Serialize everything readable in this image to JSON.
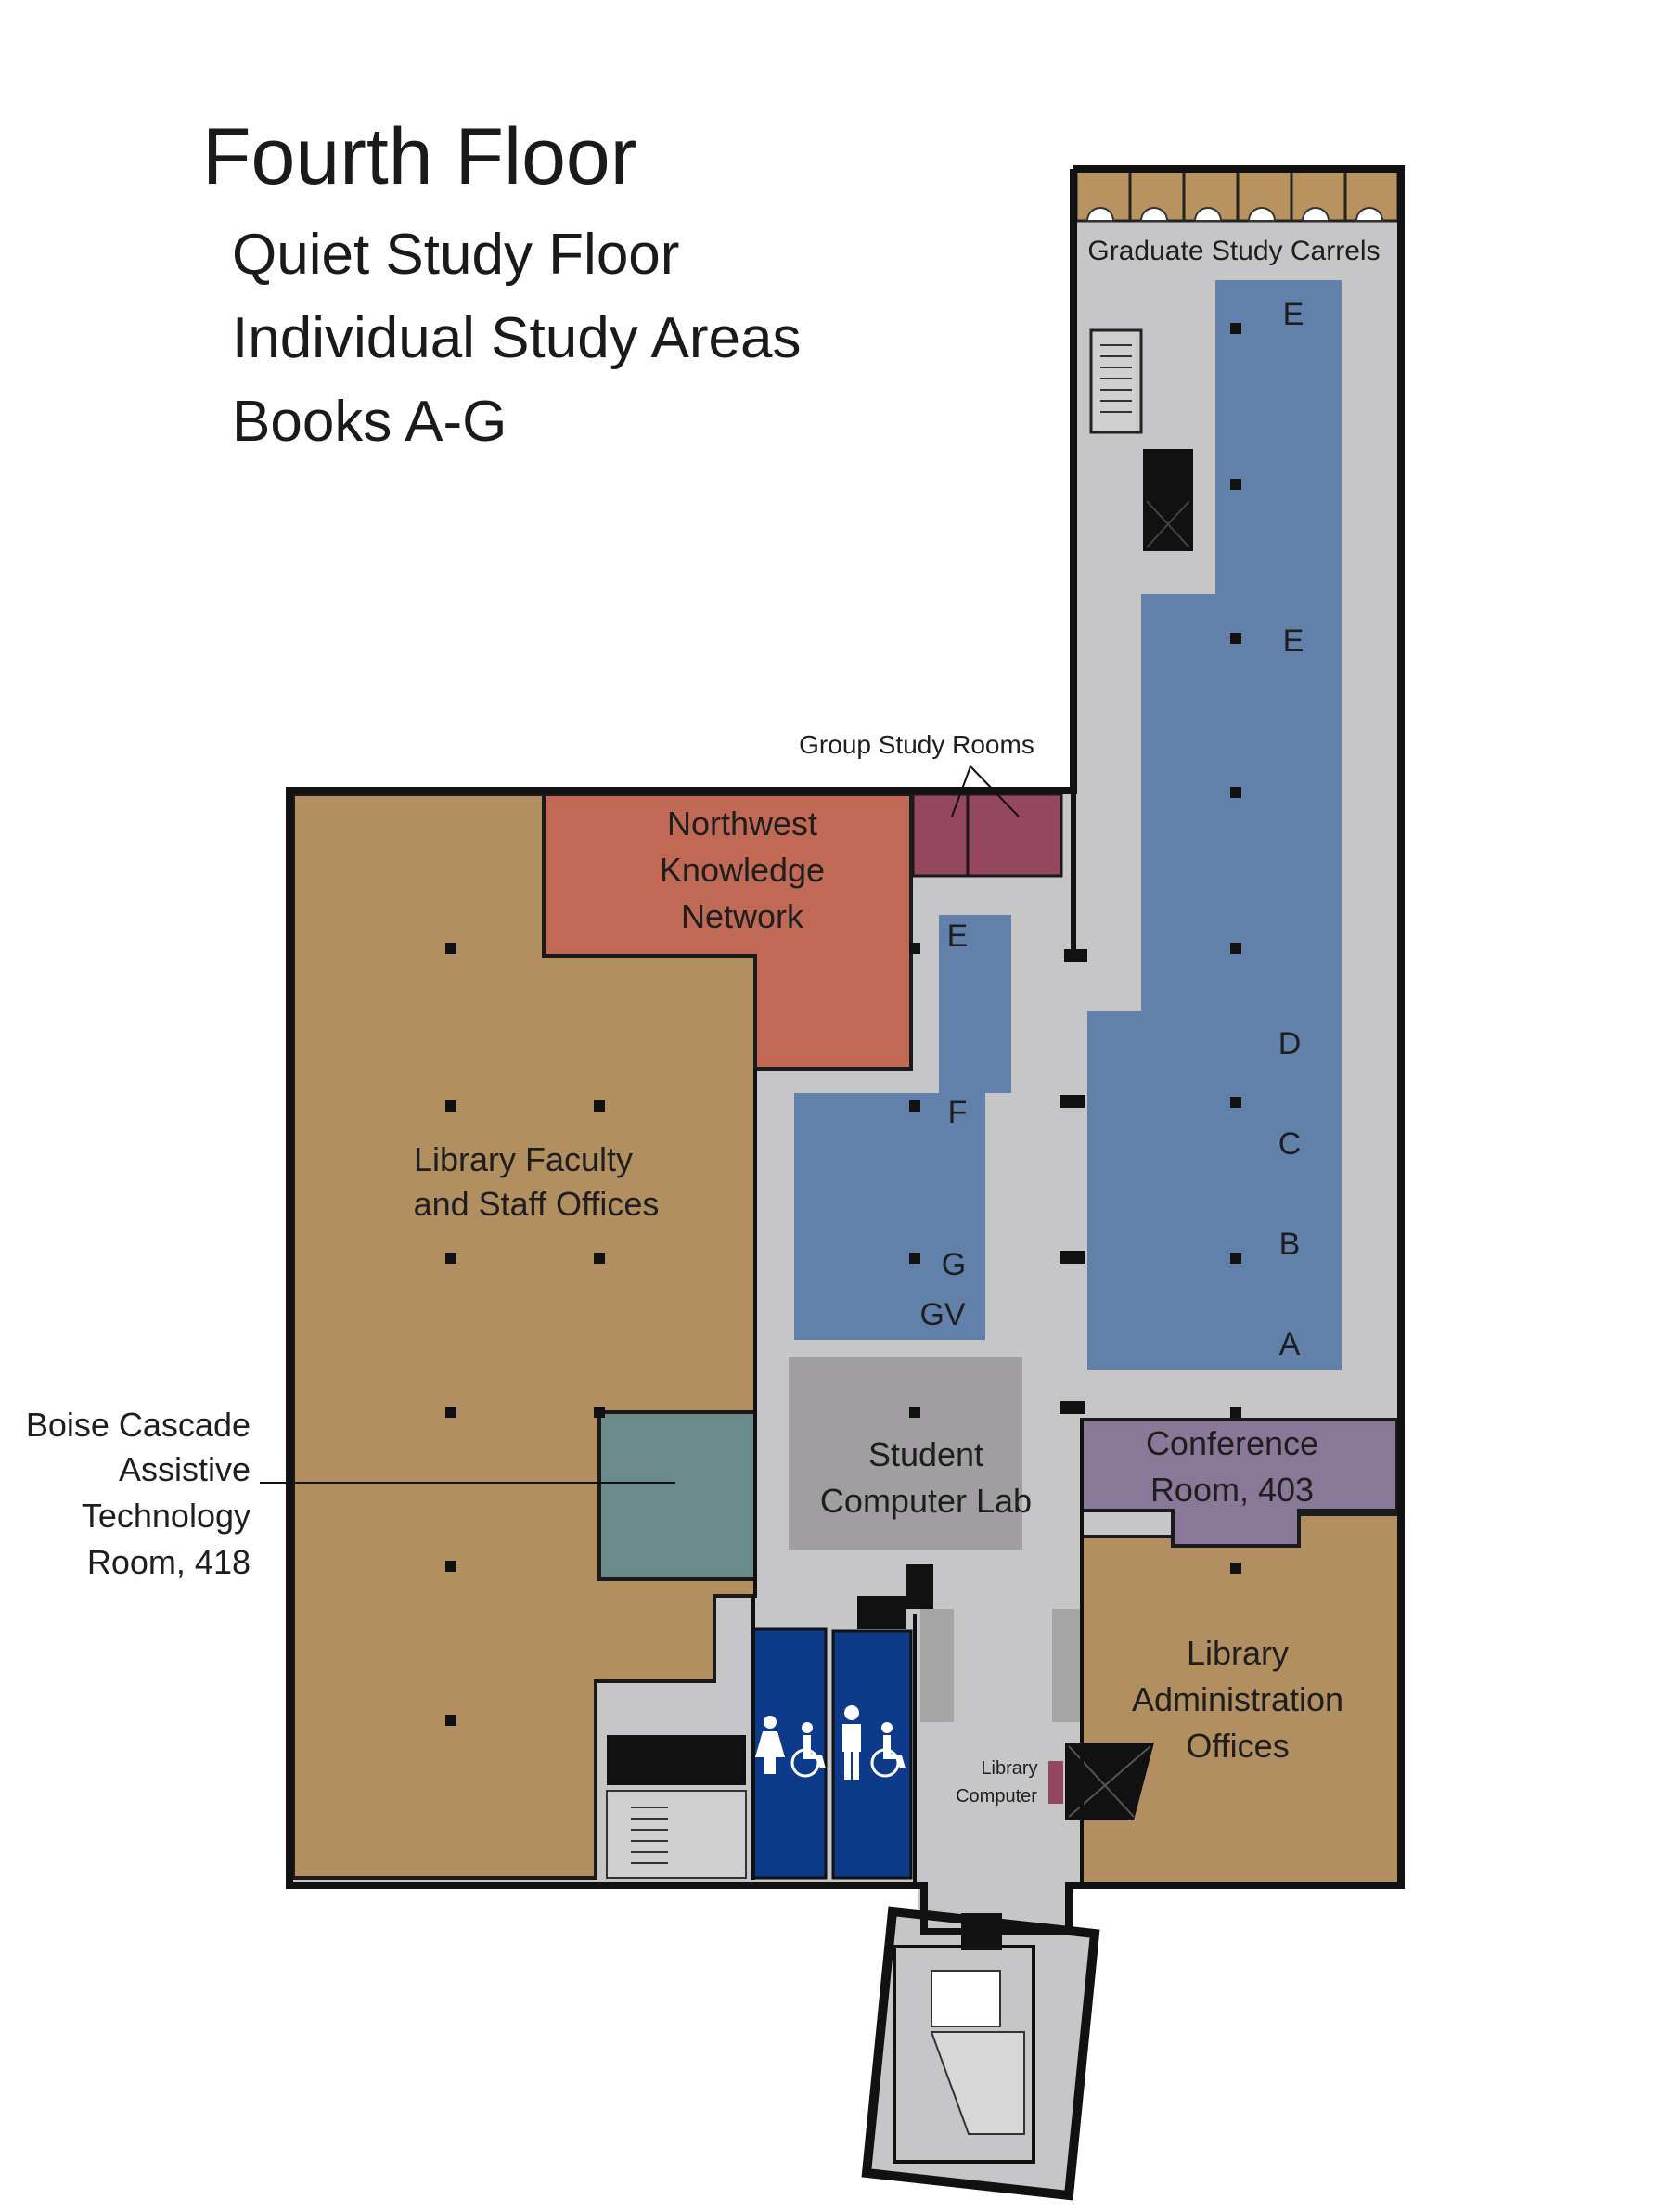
{
  "header": {
    "title": "Fourth Floor",
    "subtitle_lines": [
      "Quiet Study Floor",
      "Individual Study Areas",
      "Books A-G"
    ]
  },
  "rooms": {
    "graduate_carrels": "Graduate Study Carrels",
    "group_study": "Group Study Rooms",
    "nkn": [
      "Northwest",
      "Knowledge",
      "Network"
    ],
    "faculty": [
      "Library Faculty",
      "and Staff Offices"
    ],
    "boise": [
      "Boise Cascade",
      "Assistive",
      "Technology",
      "Room, 418"
    ],
    "computer_lab": [
      "Student",
      "Computer Lab"
    ],
    "conference": [
      "Conference",
      "Room, 403"
    ],
    "admin": [
      "Library",
      "Administration",
      "Offices"
    ],
    "library_computer": [
      "Library",
      "Computer"
    ]
  },
  "stack_letters": {
    "east": [
      "E",
      "E",
      "D",
      "C",
      "B",
      "A"
    ],
    "west": [
      "E",
      "F",
      "G",
      "GV"
    ]
  },
  "icons": [
    "restroom-women-accessible-icon",
    "restroom-men-accessible-icon",
    "stairs-icon",
    "elevator-icon"
  ],
  "colors": {
    "stacks": "#6281aa",
    "corridor": "#c6c5c8",
    "offices": "#b18f60",
    "nkn": "#c06a55",
    "group_study": "#94475f",
    "assistive": "#6b8b8a",
    "computer_lab": "#a09ea0",
    "conference": "#8a7898",
    "restroom": "#0e3a8c",
    "wall": "#111111"
  }
}
